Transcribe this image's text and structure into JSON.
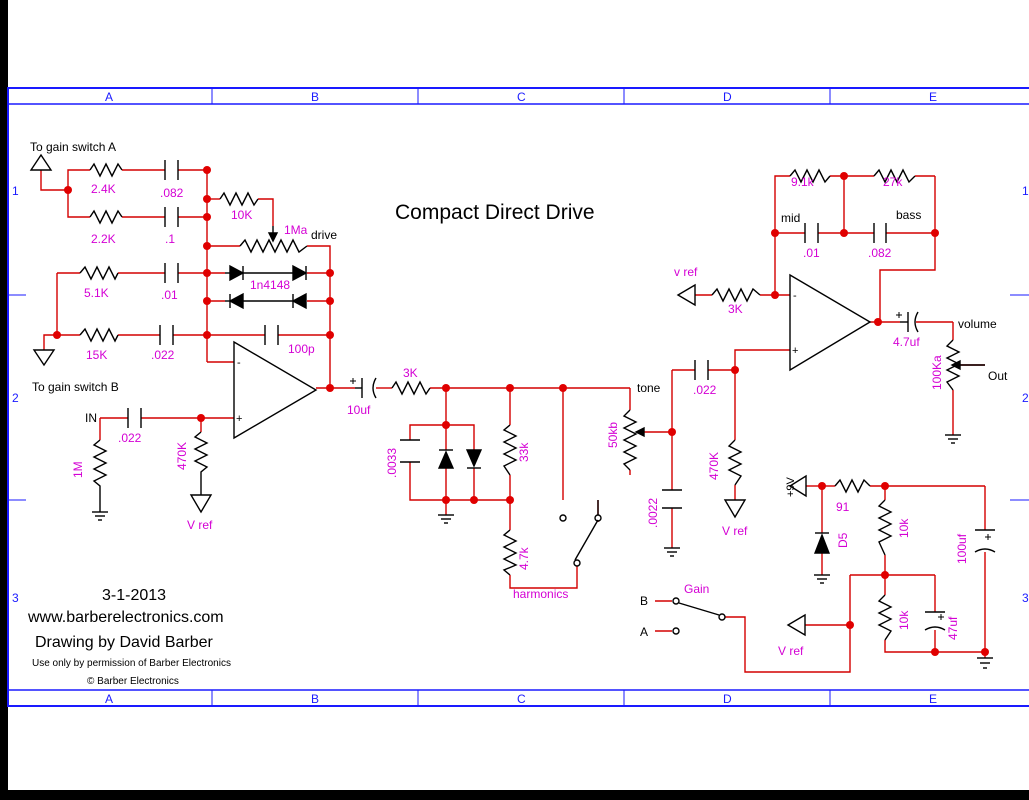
{
  "title": "Compact Direct Drive",
  "footer": {
    "date": "3-1-2013",
    "website": "www.barberelectronics.com",
    "author": "Drawing by David Barber",
    "permission": "Use only by permission of Barber Electronics",
    "copyright": "© Barber Electronics"
  },
  "frame": {
    "columns": [
      "A",
      "B",
      "C",
      "D",
      "E"
    ],
    "rows": [
      "1",
      "2",
      "3"
    ]
  },
  "labels": {
    "to_gain_a": "To gain switch A",
    "to_gain_b": "To gain switch B",
    "in": "IN",
    "drive": "drive",
    "tone": "tone",
    "volume": "volume",
    "out": "Out",
    "mid": "mid",
    "bass": "bass",
    "harmonics": "harmonics",
    "gain": "Gain",
    "b": "B",
    "a": "A",
    "vref": "V ref",
    "vref_lower": "v ref",
    "plus9v": "+9V"
  },
  "components": {
    "r_2_4k": "2.4K",
    "c_082_a": ".082",
    "r_2_2k": "2.2K",
    "c_1": ".1",
    "r_10k_a": "10K",
    "pot_1ma": "1Ma",
    "r_5_1k": "5.1K",
    "c_01_a": ".01",
    "diodes": "1n4148",
    "r_15k": "15K",
    "c_022_a": ".022",
    "c_100p": "100p",
    "c_022_in": ".022",
    "r_1m": "1M",
    "r_470k_a": "470K",
    "c_10uf": "10uf",
    "r_3k_a": "3K",
    "c_0033": ".0033",
    "r_33k": "33k",
    "r_4_7k": "4.7k",
    "pot_50kb": "50kb",
    "c_0022": ".0022",
    "c_022_b": ".022",
    "r_470k_b": "470K",
    "r_3k_b": "3K",
    "r_9_1k": "9.1k",
    "r_27k": "27k",
    "c_01_b": ".01",
    "c_082_b": ".082",
    "c_4_7uf": "4.7uf",
    "pot_100ka": "100Ka",
    "r_91": "91",
    "d5": "D5",
    "r_10k_b": "10k",
    "r_10k_c": "10k",
    "c_100uf": "100uf",
    "c_47uf": "47uf"
  },
  "colors": {
    "wire": "#d40000",
    "node": "#e00000",
    "component": "#000000",
    "value_text": "#d400d4",
    "frame": "#1a1aff"
  }
}
